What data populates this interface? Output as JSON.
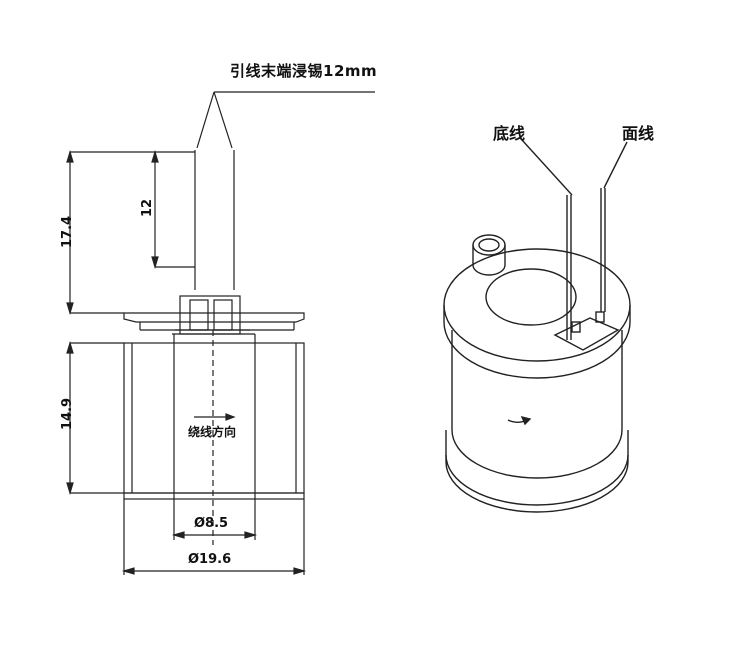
{
  "annotations": {
    "lead_note": "引线末端浸锡12mm",
    "dim_height_total": "17.4",
    "dim_tin_length": "12",
    "dim_body_height": "14.9",
    "dim_inner_diameter": "Ø8.5",
    "dim_outer_diameter": "Ø19.6",
    "winding_direction": "绕线方向",
    "bottom_lead_label": "底线",
    "top_lead_label": "面线"
  }
}
